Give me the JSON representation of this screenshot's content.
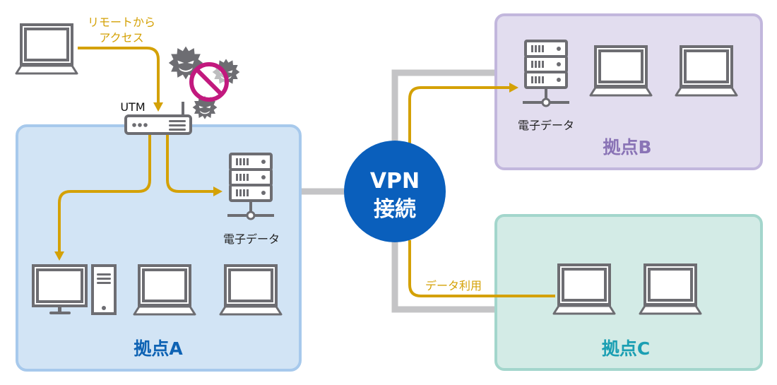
{
  "remote": {
    "label_line1": "リモートから",
    "label_line2": "アクセス"
  },
  "utm": {
    "label": "UTM"
  },
  "vpn": {
    "line1": "VPN",
    "line2": "接続"
  },
  "site_a": {
    "title": "拠点A",
    "server_label": "電子データ"
  },
  "site_b": {
    "title": "拠点B",
    "server_label": "電子データ"
  },
  "site_c": {
    "title": "拠点C",
    "data_use_label": "データ利用"
  },
  "colors": {
    "accent_arrow": "#d4a106",
    "site_a_fill": "#d2e4f5",
    "site_a_border": "#a7c9ec",
    "site_a_title": "#0f63b4",
    "site_b_fill": "#e2ddef",
    "site_b_border": "#c2b7dd",
    "site_b_title": "#8a74b6",
    "site_c_fill": "#d3ebe6",
    "site_c_border": "#a3d6cc",
    "site_c_title": "#1b9fb3",
    "vpn_circle": "#0a5fbc",
    "network_line": "#c4c4c6",
    "icon_gray": "#6d6d72",
    "block_magenta": "#c2197e"
  }
}
